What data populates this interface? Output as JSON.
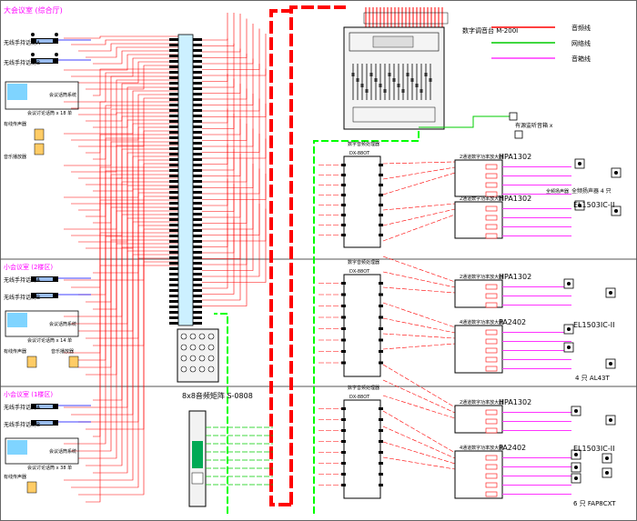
{
  "colors": {
    "red_line": "#ff0000",
    "green_line": "#00ff00",
    "magenta_line": "#ff33ff",
    "blue_line": "#0000ff",
    "pink_fill": "#ff99cc",
    "equipment": "#000000",
    "bus": "#ccf0ff",
    "background": "#ffffff"
  },
  "zones": {
    "z1": "大会议室 (综合厅)",
    "z2": "小会议室 (2楼区)",
    "z3": "小会议室 (1楼区)"
  },
  "left_devices": {
    "mic1": "无线手持话筒A",
    "mic2": "无线手持话筒B",
    "mic3": "无线手持话筒A",
    "mic4": "无线手持话筒B",
    "mic5": "无线手持话筒A",
    "mic6": "无线手持话筒B",
    "rack1": "会议话筒系统",
    "rack1_sub": "会议讨论话筒 x 18 单",
    "rack2": "会议话筒系统",
    "rack2_sub": "会议讨论话筒 x 14 单",
    "rack3": "会议话筒系统",
    "rack3_sub": "会议讨论话筒 x 38 单",
    "aux1": "有线传声器",
    "aux2": "音乐播放器",
    "aux3": "有线传声器",
    "aux4": "音乐播放器",
    "aux5": "有线传声器"
  },
  "mixer": {
    "title": "数字调音台 M-200I"
  },
  "legend": {
    "l1": "音频线",
    "l2": "网络线",
    "l3": "音箱线"
  },
  "processors": {
    "p1": "数字音频处理器",
    "p1_model": "DX-88OT",
    "p2": "数字音频处理器",
    "p2_model": "DX-88OT",
    "p3": "数字音频处理器",
    "p3_model": "DX-88OT"
  },
  "amps": {
    "a1_label": "2通道数字功率放大器",
    "a1_model": "HPA1302",
    "a2_label": "2通道数字功率放大器",
    "a2_model": "HPA1302",
    "a3_label": "2通道数字功率放大器",
    "a3_model": "HPA1302",
    "a4_label": "4通道数字功率放大器",
    "a4_model": "PA2402",
    "a5_label": "2通道数字功率放大器",
    "a5_model": "HPA1302",
    "a6_label": "4通道数字功率放大器",
    "a6_model": "PA2402"
  },
  "speakers": {
    "s1_model": "EL1503IC-II",
    "s1_note": "全频扬声器 4 只",
    "s2_model": "EL1503IC-II",
    "s2_note": "4 只 AL43T",
    "s3_model": "EL1503IC-II",
    "s3_note": "6 只 FAP8CXT",
    "mon1": "有源监听音箱 x",
    "sub_note": "全频扬声器"
  },
  "matrix": {
    "title": "8x8音频矩阵 S-0808"
  }
}
